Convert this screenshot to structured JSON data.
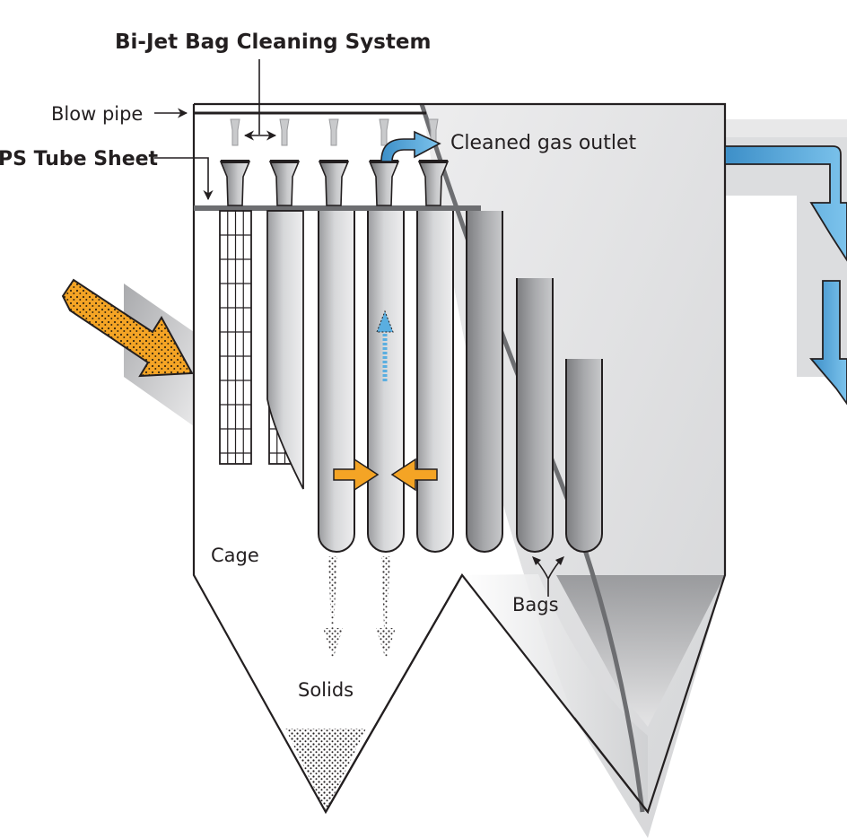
{
  "diagram": {
    "title": "Bi-Jet Bag Cleaning System",
    "labels": {
      "blow_pipe": "Blow pipe",
      "tube_sheet": "PS Tube Sheet",
      "cleaned_gas_outlet": "Cleaned gas outlet",
      "cage": "Cage",
      "solids": "Solids",
      "bags": "Bags"
    },
    "colors": {
      "dirty_gas": "#f4a425",
      "clean_gas": "#5aaee0",
      "outline": "#231f20",
      "housing": "#e0e1e3",
      "bag": "#b4b5b8"
    },
    "bag_count": 8,
    "nozzle_count": 5
  }
}
